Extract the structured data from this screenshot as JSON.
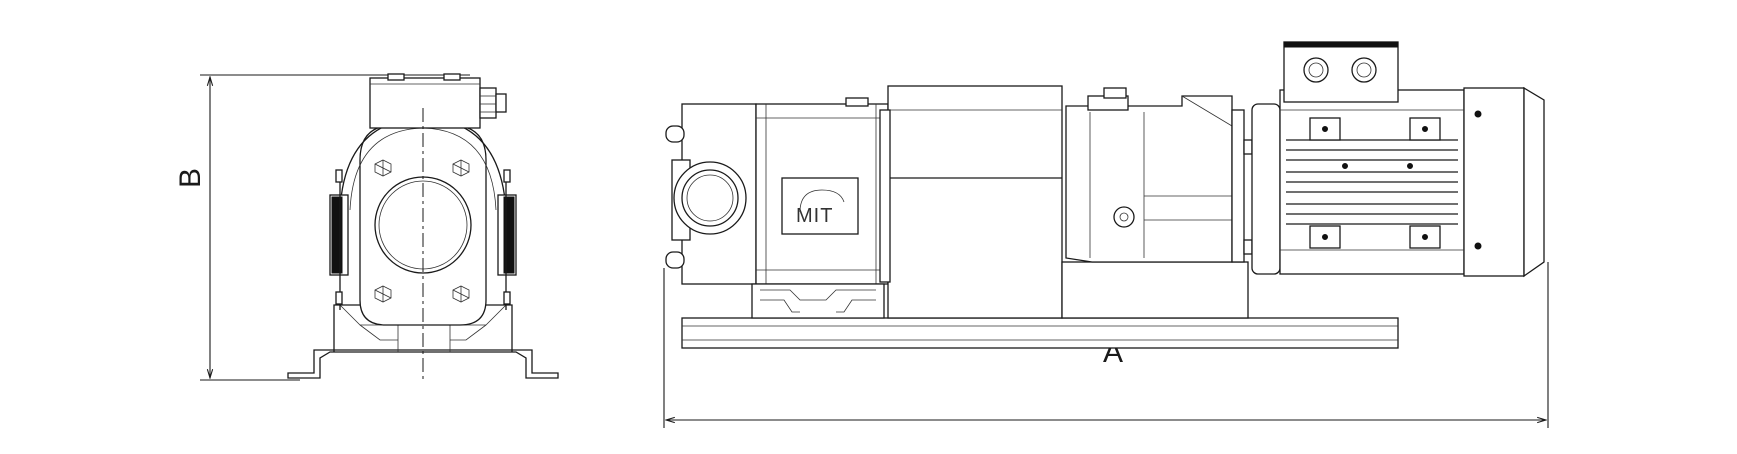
{
  "dimensions": {
    "height_label": "B",
    "length_label": "A"
  },
  "logo": {
    "text": "MIT"
  }
}
